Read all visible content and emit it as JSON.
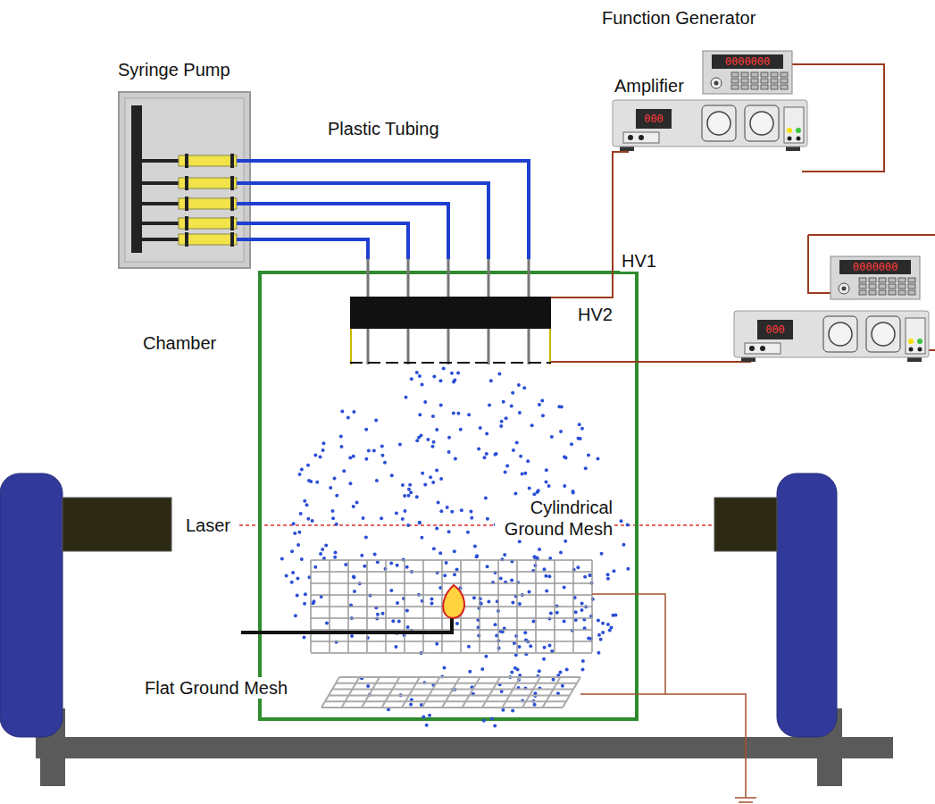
{
  "diagram": {
    "labels": [
      "Function Generator",
      "Syringe Pump",
      "Plastic Tubing",
      "Amplifier",
      "0000000",
      "000",
      "HV1",
      "Chamber",
      "HV2",
      "0000000",
      "000",
      "Laser",
      "Cylindrical Ground Mesh",
      "Flat Ground Mesh"
    ]
  }
}
